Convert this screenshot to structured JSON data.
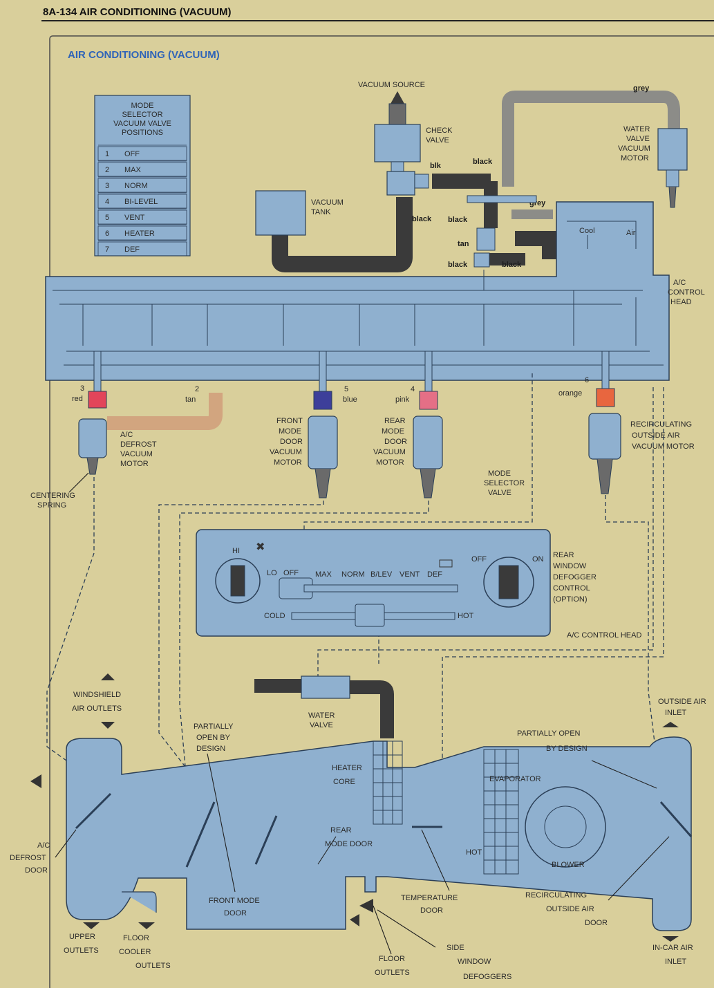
{
  "page_header": "8A-134 AIR CONDITIONING (VACUUM)",
  "figure_title": "AIR CONDITIONING (VACUUM)",
  "colors": {
    "paper": "#d9cf9b",
    "blue_fill": "#8fb0cf",
    "line": "#2b3f57",
    "title_blue": "#2f64b8",
    "hose_black": "#3a3a3a",
    "hose_grey": "#8c8c88",
    "hose_tan": "#d2a57f",
    "tag_red": "#e2455a",
    "tag_blue": "#3d3f9a",
    "tag_pink": "#e46f86",
    "tag_orange": "#e8663f"
  },
  "mode_table": {
    "title_lines": [
      "MODE",
      "SELECTOR",
      "VACUUM VALVE",
      "POSITIONS"
    ],
    "rows": [
      {
        "num": "1",
        "label": "OFF"
      },
      {
        "num": "2",
        "label": "MAX"
      },
      {
        "num": "3",
        "label": "NORM"
      },
      {
        "num": "4",
        "label": "BI-LEVEL"
      },
      {
        "num": "5",
        "label": "VENT"
      },
      {
        "num": "6",
        "label": "HEATER"
      },
      {
        "num": "7",
        "label": "DEF"
      }
    ]
  },
  "top_labels": {
    "vacuum_source": "VACUUM SOURCE",
    "check_valve": [
      "CHECK",
      "VALVE"
    ],
    "vacuum_tank": [
      "VACUUM",
      "TANK"
    ],
    "water_valve_motor": [
      "WATER",
      "VALVE",
      "VACUUM",
      "MOTOR"
    ],
    "grey_top": "grey",
    "grey_mid": "grey",
    "blk": "blk",
    "black_1": "black",
    "black_2": "black",
    "black_3": "black",
    "black_4": "black",
    "black_5": "black",
    "tan_mid": "tan",
    "cool": "Cool",
    "air": "Air",
    "ac_control_head_side": [
      "A/C",
      "CONTROL",
      "HEAD"
    ]
  },
  "ports": [
    {
      "num": "3",
      "color_name": "red",
      "tag": "red"
    },
    {
      "num": "2",
      "color_name": "tan",
      "tag": "tan"
    },
    {
      "num": "5",
      "color_name": "blue",
      "tag": "blue"
    },
    {
      "num": "4",
      "color_name": "pink",
      "tag": "pink"
    },
    {
      "num": "6",
      "color_name": "orange",
      "tag": "orange"
    }
  ],
  "motors": {
    "defrost": [
      "A/C",
      "DEFROST",
      "VACUUM",
      "MOTOR"
    ],
    "front_mode": [
      "FRONT",
      "MODE",
      "DOOR",
      "VACUUM",
      "MOTOR"
    ],
    "rear_mode": [
      "REAR",
      "MODE",
      "DOOR",
      "VACUUM",
      "MOTOR"
    ],
    "recirc": [
      "RECIRCULATING",
      "OUTSIDE AIR",
      "VACUUM MOTOR"
    ],
    "centering_spring": [
      "CENTERING",
      "SPRING"
    ],
    "mode_selector_valve": [
      "MODE",
      "SELECTOR",
      "VALVE"
    ]
  },
  "control_panel": {
    "fan_hi": "HI",
    "fan_lo": "LO",
    "mode_off": "OFF",
    "mode_positions": [
      "MAX",
      "NORM",
      "B/LEV",
      "VENT",
      "DEF"
    ],
    "cold": "COLD",
    "hot": "HOT",
    "rear_off": "OFF",
    "rear_on": "ON",
    "rear_defogger": [
      "REAR",
      "WINDOW",
      "DEFOGGER",
      "CONTROL",
      "(OPTION)"
    ],
    "caption": "A/C CONTROL HEAD"
  },
  "bottom_labels": {
    "windshield_outlets": [
      "WINDSHIELD",
      "AIR OUTLETS"
    ],
    "partially_open_left": [
      "PARTIALLY",
      "OPEN BY",
      "DESIGN"
    ],
    "water_valve": [
      "WATER",
      "VALVE"
    ],
    "heater_core": [
      "HEATER",
      "CORE"
    ],
    "rear_mode_door": [
      "REAR",
      "MODE DOOR"
    ],
    "evaporator": "EVAPORATOR",
    "partially_open_right": [
      "PARTIALLY OPEN",
      "BY DESIGN"
    ],
    "outside_air_inlet": [
      "OUTSIDE AIR",
      "INLET"
    ],
    "ac_defrost_door": [
      "A/C",
      "DEFROST",
      "DOOR"
    ],
    "front_mode_door": [
      "FRONT MODE",
      "DOOR"
    ],
    "temperature_door": [
      "TEMPERATURE",
      "DOOR"
    ],
    "hot": "HOT",
    "blower": "BLOWER",
    "recirc_door": [
      "RECIRCULATING",
      "OUTSIDE AIR",
      "DOOR"
    ],
    "upper_outlets": [
      "UPPER",
      "OUTLETS"
    ],
    "floor_cooler_outlets": [
      "FLOOR",
      "COOLER",
      "OUTLETS"
    ],
    "floor_outlets": [
      "FLOOR",
      "OUTLETS"
    ],
    "side_window_defoggers": [
      "SIDE",
      "WINDOW",
      "DEFOGGERS"
    ],
    "in_car_air_inlet": [
      "IN-CAR AIR",
      "INLET"
    ]
  }
}
